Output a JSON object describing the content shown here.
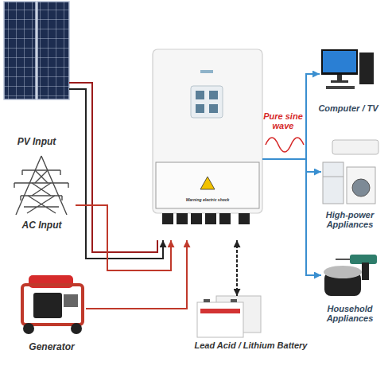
{
  "diagram": {
    "nodes": [
      {
        "text": [
          "PV Input"
        ]
      },
      {
        "text": [
          "Warning electric shock"
        ]
      },
      {
        "text": [
          "Computer / TV"
        ]
      },
      {
        "text": [
          "AC Input"
        ]
      },
      {
        "text": [
          "High-power Appliances"
        ]
      },
      {
        "text": [
          "Generator"
        ]
      },
      {
        "text": [
          "Household Appliances"
        ]
      },
      {
        "text": [
          "Lead Acid / Lithium Battery"
        ]
      }
    ],
    "edges": [
      {
        "from": 0,
        "to": 1,
        "arrow": "to"
      },
      {
        "from": 3,
        "to": 1,
        "arrow": "to"
      },
      {
        "from": 5,
        "to": 1,
        "arrow": "to"
      },
      {
        "from": 7,
        "to": 1,
        "arrow": "both"
      },
      {
        "from": 1,
        "to": 2,
        "arrow": "to"
      },
      {
        "from": 1,
        "to": 4,
        "arrow": "to"
      },
      {
        "from": 1,
        "to": 6,
        "arrow": "to"
      }
    ],
    "labels": [
      "Pure sine wave"
    ]
  }
}
